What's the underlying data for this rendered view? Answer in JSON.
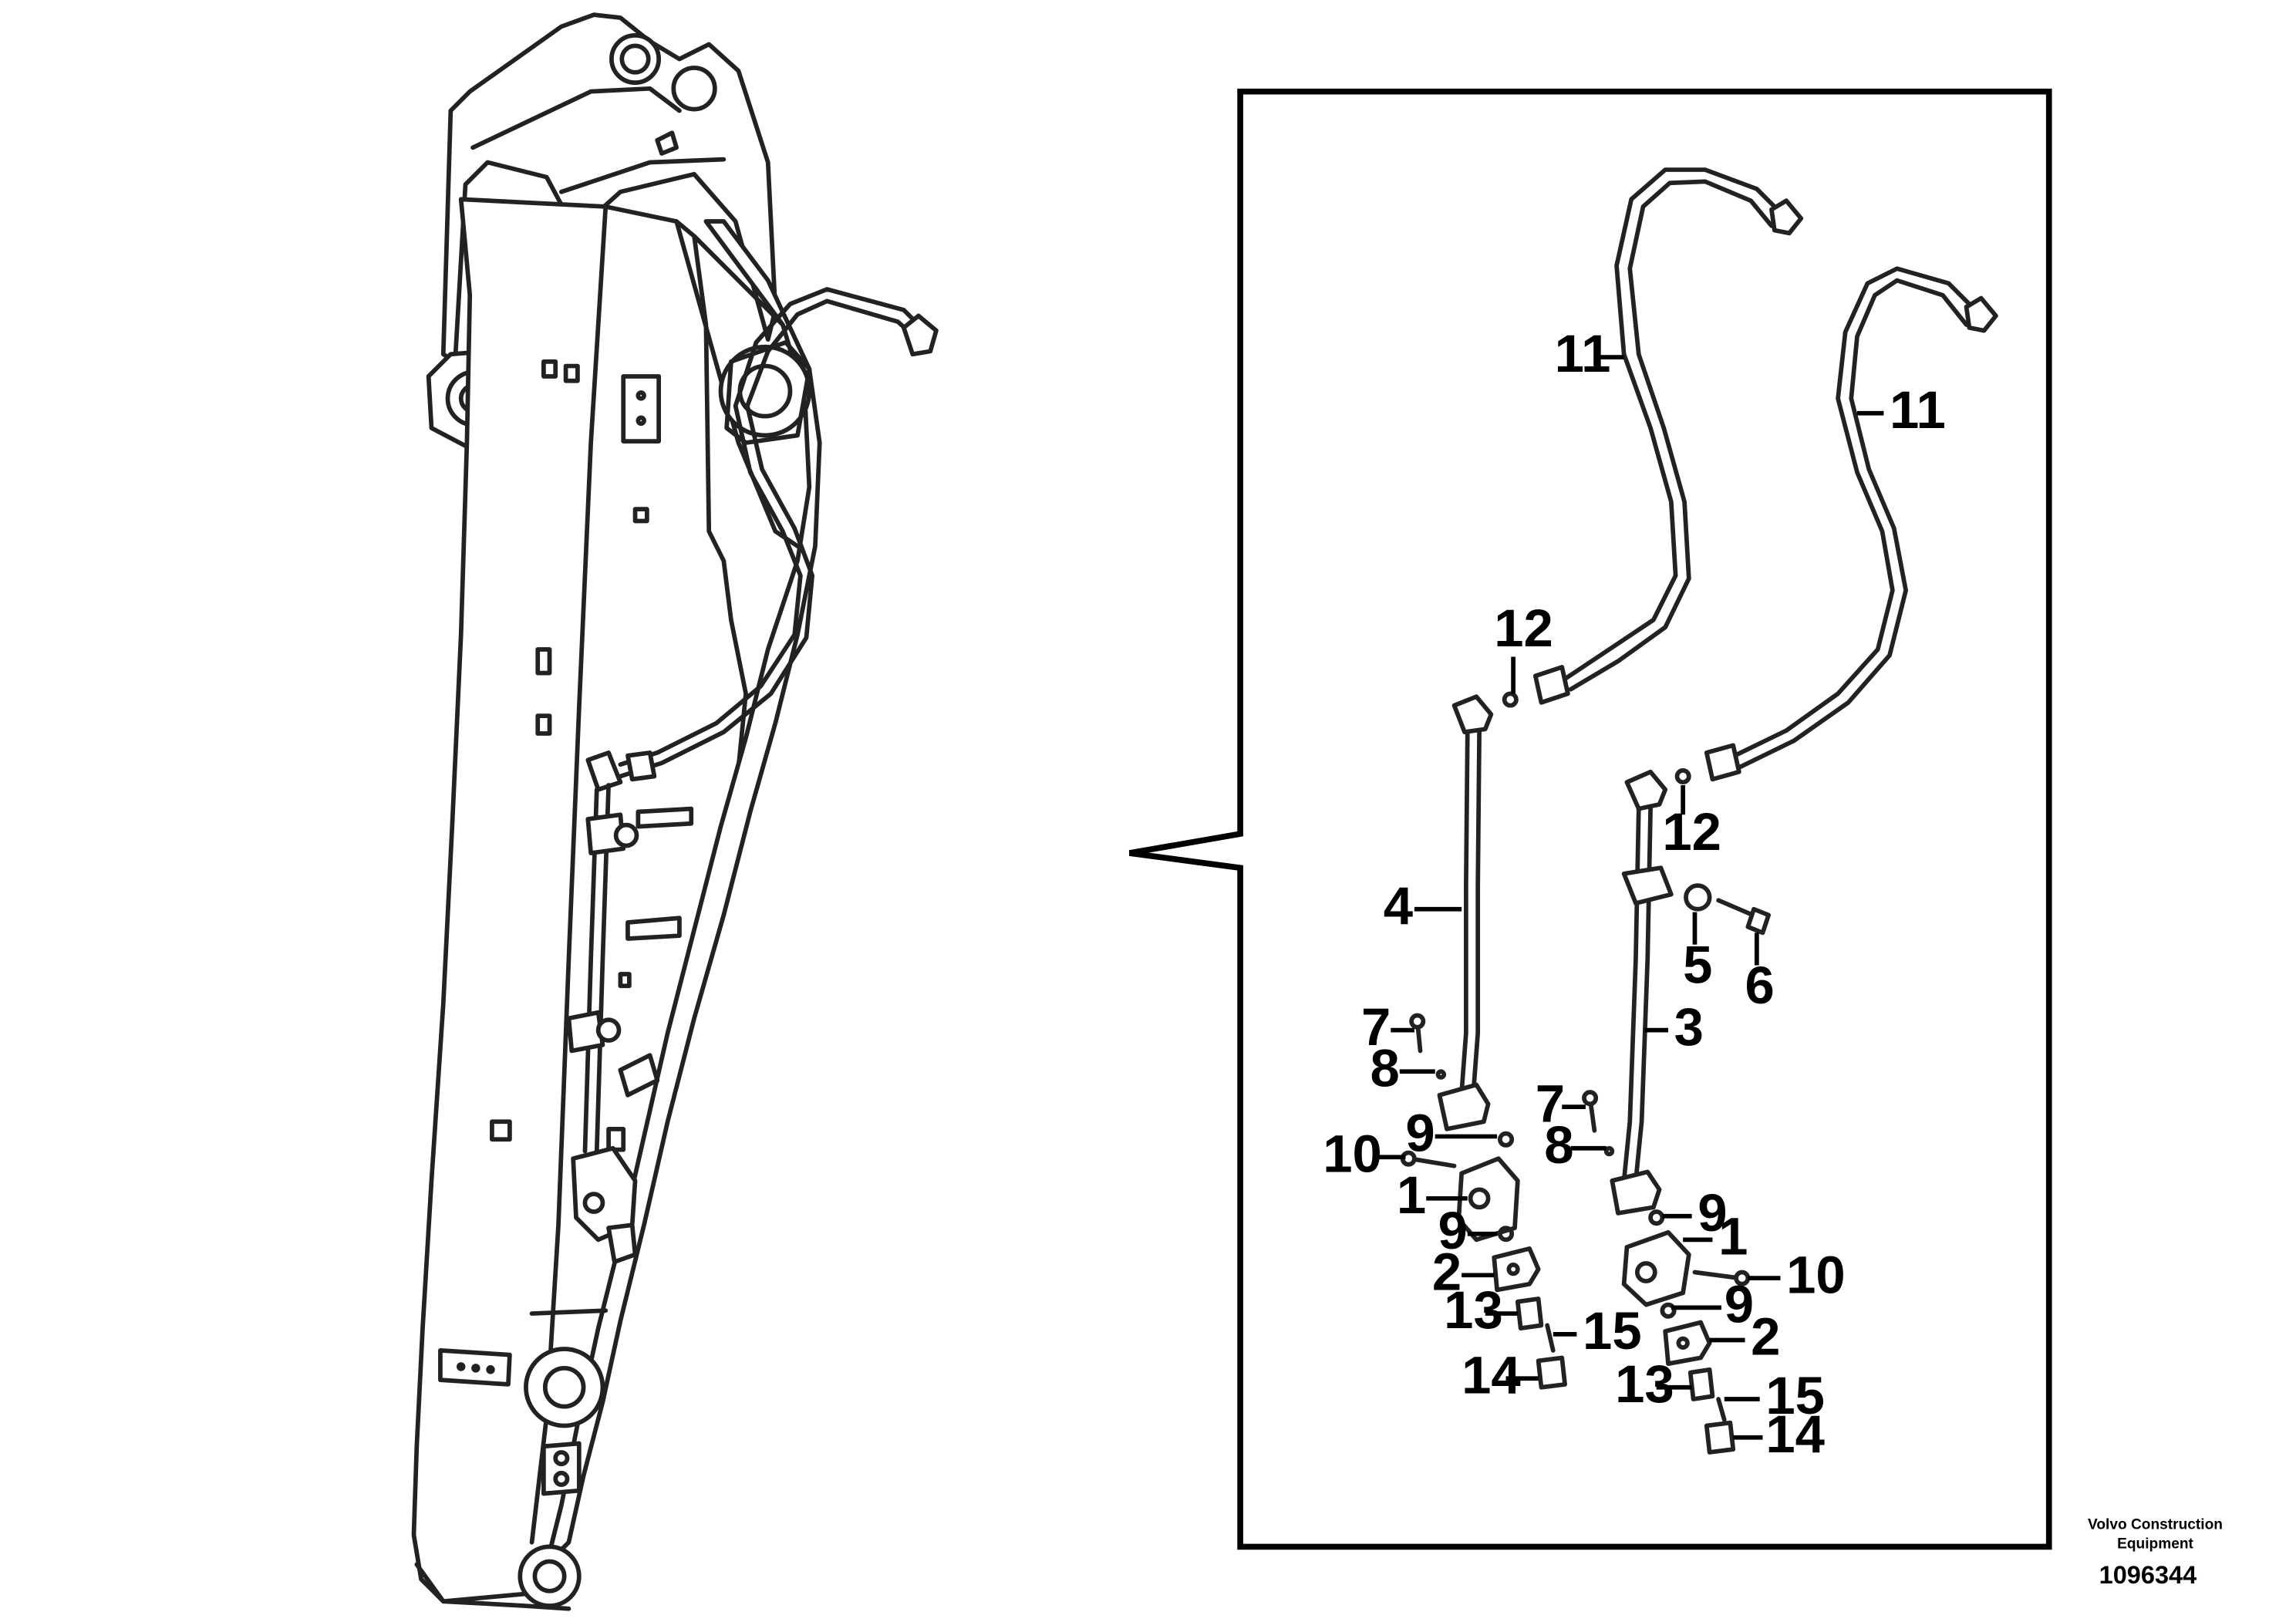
{
  "callouts": {
    "left": {
      "c11": "11",
      "c12": "12",
      "c4": "4",
      "c7": "7",
      "c8": "8",
      "c9a": "9",
      "c10": "10",
      "c1": "1",
      "c9b": "9",
      "c2": "2",
      "c13": "13",
      "c14": "14",
      "c15": "15"
    },
    "right": {
      "c11": "11",
      "c12": "12",
      "c5": "5",
      "c6": "6",
      "c3": "3",
      "c7": "7",
      "c8": "8",
      "c9a": "9",
      "c1": "1",
      "c10": "10",
      "c9b": "9",
      "c2": "2",
      "c13": "13",
      "c15": "15",
      "c14": "14"
    }
  },
  "footer": {
    "brand_line1": "Volvo Construction",
    "brand_line2": "Equipment",
    "reference": "1096344"
  }
}
